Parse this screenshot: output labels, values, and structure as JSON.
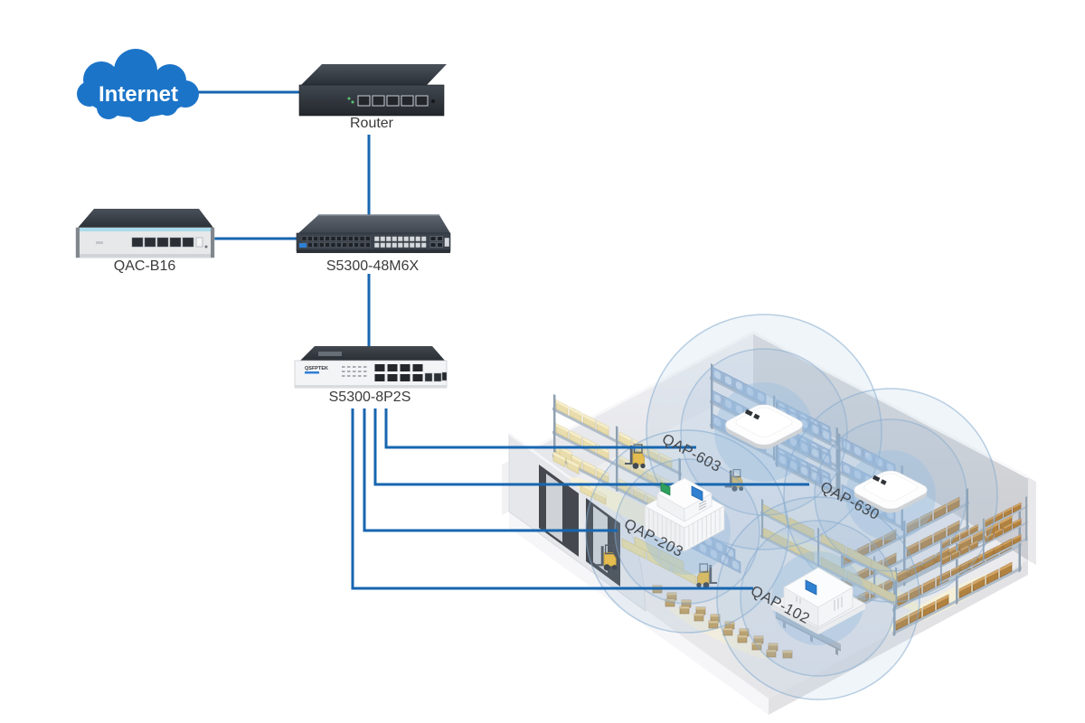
{
  "internet": {
    "label": "Internet"
  },
  "devices": {
    "router": {
      "label": "Router"
    },
    "controller": {
      "label": "QAC-B16"
    },
    "core_switch": {
      "label": "S5300-48M6X"
    },
    "poe_switch": {
      "label": "S5300-8P2S",
      "faceplate_logo": "QSFPTEK"
    },
    "access_points": [
      {
        "label": "QAP-603"
      },
      {
        "label": "QAP-630"
      },
      {
        "label": "QAP-203"
      },
      {
        "label": "QAP-102"
      }
    ]
  },
  "colors": {
    "link": "#1766b0",
    "cloud": "#1b74c8",
    "coverage": "#9cbede",
    "label": "#3b3b3b"
  }
}
